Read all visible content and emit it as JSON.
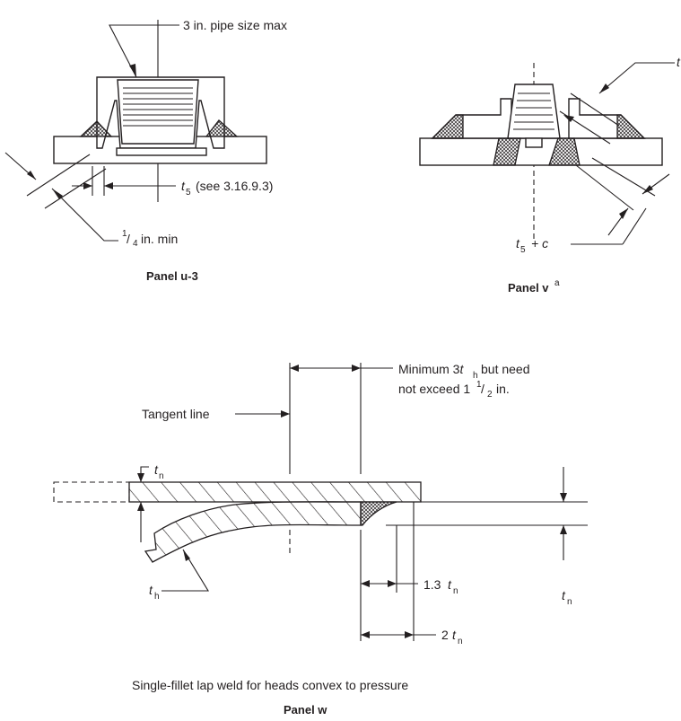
{
  "panel_u3": {
    "title": "Panel u-3",
    "label_pipe": "3 in. pipe size max",
    "label_t5_sym": "t",
    "label_t5_sub": "5",
    "label_t5_ref": "(see 3.16.9.3)",
    "label_min_num": "1",
    "label_min_den": "4",
    "label_min_rest": "in. min"
  },
  "panel_v": {
    "title": "Panel v",
    "title_sup": "a",
    "label_top": "t",
    "label_t5c_sym": "t",
    "label_t5c_sub": "5",
    "label_t5c_rest": "+ c"
  },
  "panel_w": {
    "title": "Panel w",
    "caption": "Single-fillet lap weld for heads convex to pressure",
    "tangent_line": "Tangent line",
    "min_line1_a": "Minimum 3",
    "min_line1_t": "t",
    "min_line1_sub": "h",
    "min_line1_b": "but need",
    "min_line2_a": "not exceed 1",
    "min_line2_num": "1",
    "min_line2_den": "2",
    "min_line2_b": "in.",
    "tn_sym": "t",
    "tn_sub": "n",
    "th_sym": "t",
    "th_sub": "h",
    "dim_13": "1.3",
    "dim_2": "2"
  }
}
